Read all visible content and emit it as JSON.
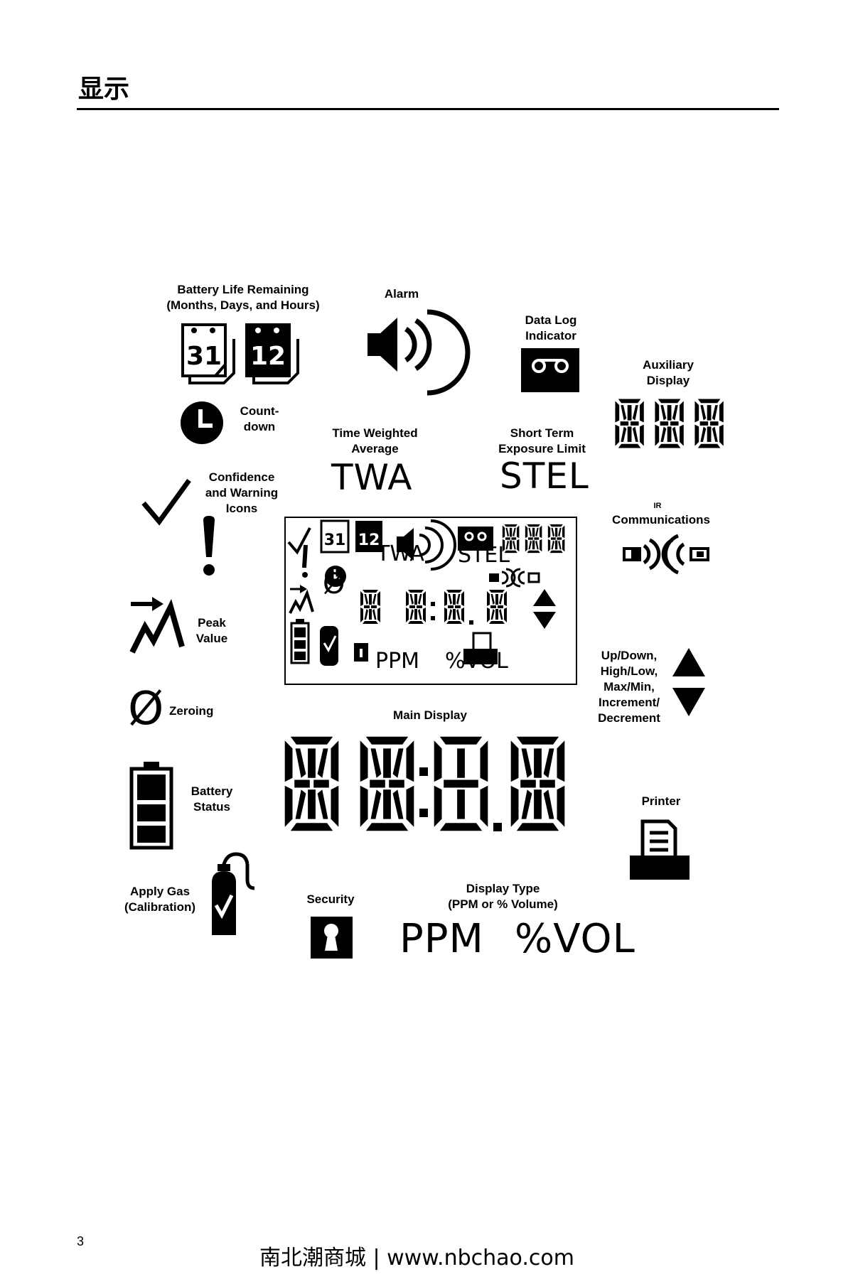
{
  "page": {
    "title": "显示",
    "number": "3",
    "footer": "南北潮商城 | www.nbchao.com"
  },
  "labels": {
    "battery_life_1": "Battery Life Remaining",
    "battery_life_2": "(Months, Days, and Hours)",
    "alarm": "Alarm",
    "datalog_1": "Data Log",
    "datalog_2": "Indicator",
    "aux_1": "Auxiliary",
    "aux_2": "Display",
    "countdown_1": "Count-",
    "countdown_2": "down",
    "twa_1": "Time Weighted",
    "twa_2": "Average",
    "stel_1": "Short Term",
    "stel_2": "Exposure Limit",
    "confidence_1": "Confidence",
    "confidence_2": "and Warning",
    "confidence_3": "Icons",
    "ir": "IR",
    "communications": "Communications",
    "peak_1": "Peak",
    "peak_2": "Value",
    "updown_1": "Up/Down,",
    "updown_2": "High/Low,",
    "updown_3": "Max/Min,",
    "updown_4": "Increment/",
    "updown_5": "Decrement",
    "zeroing": "Zeroing",
    "main_display": "Main Display",
    "battery_status_1": "Battery",
    "battery_status_2": "Status",
    "printer": "Printer",
    "apply_gas_1": "Apply Gas",
    "apply_gas_2": "(Calibration)",
    "security": "Security",
    "display_type_1": "Display Type",
    "display_type_2": "(PPM or % Volume)"
  },
  "symbols": {
    "twa": "TWA",
    "stel": "STEL",
    "ppm": "PPM",
    "vol": "%VOL",
    "day": "31",
    "hour": "12",
    "zero": "Ø"
  },
  "icons": [
    "calendar-31-icon",
    "calendar-12-icon",
    "alarm-speaker-icon",
    "data-log-cassette-icon",
    "clock-icon",
    "checkmark-icon",
    "exclamation-icon",
    "peak-value-icon",
    "ir-communications-icon",
    "up-arrow-icon",
    "down-arrow-icon",
    "battery-icon",
    "gas-cylinder-icon",
    "padlock-icon",
    "printer-icon"
  ]
}
